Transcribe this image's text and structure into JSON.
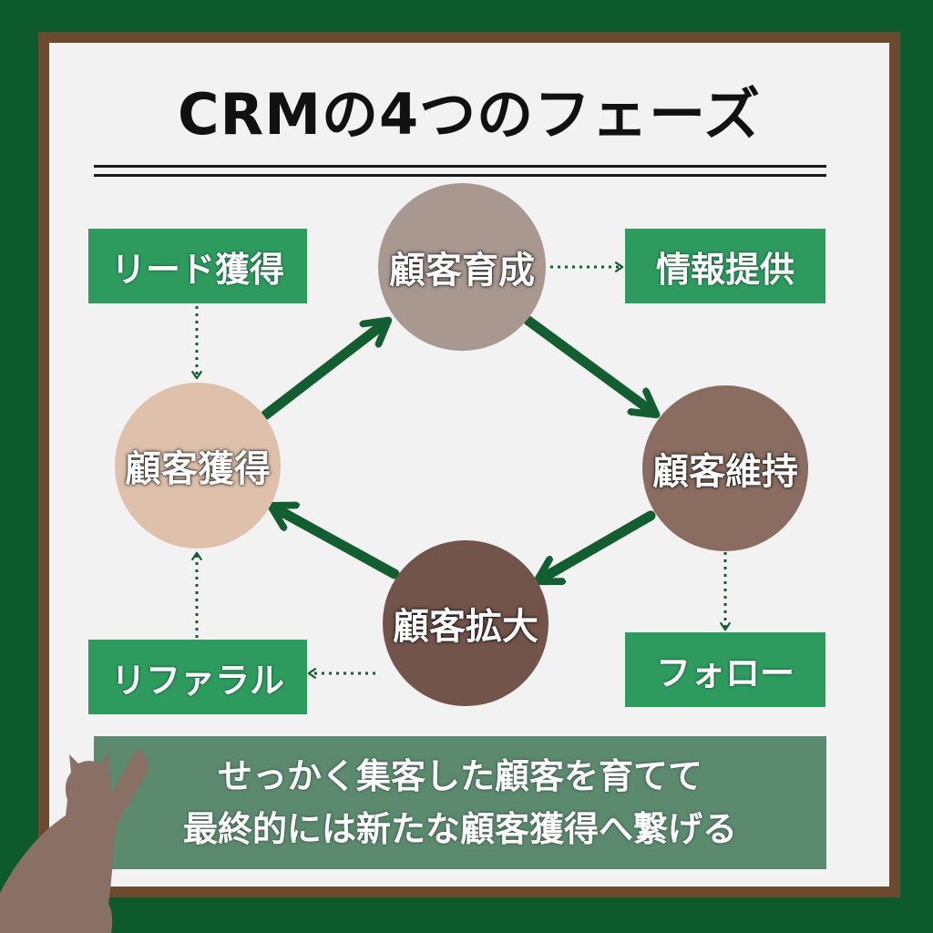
{
  "title": "CRMの4つのフェーズ",
  "phases": {
    "top": "顧客育成",
    "right": "顧客維持",
    "bottom": "顧客拡大",
    "left": "顧客獲得"
  },
  "side_boxes": {
    "lead": "リード獲得",
    "info": "情報提供",
    "follow": "フォロー",
    "referral": "リファラル"
  },
  "banner": {
    "line1": "せっかく集客した顧客を育てて",
    "line2": "最終的には新たな顧客獲得へ繋げる"
  },
  "colors": {
    "background": "#0d5a2c",
    "frame": "#6b4a2e",
    "paper": "#f2f2f2",
    "box_green": "#2e9b5e",
    "arrow_green": "#135e31",
    "banner": "#5b8a6e",
    "circle_top": "#a99890",
    "circle_right": "#8a6d60",
    "circle_bottom": "#73544a",
    "circle_left": "#dfc0ab",
    "cat": "#8a7064"
  }
}
